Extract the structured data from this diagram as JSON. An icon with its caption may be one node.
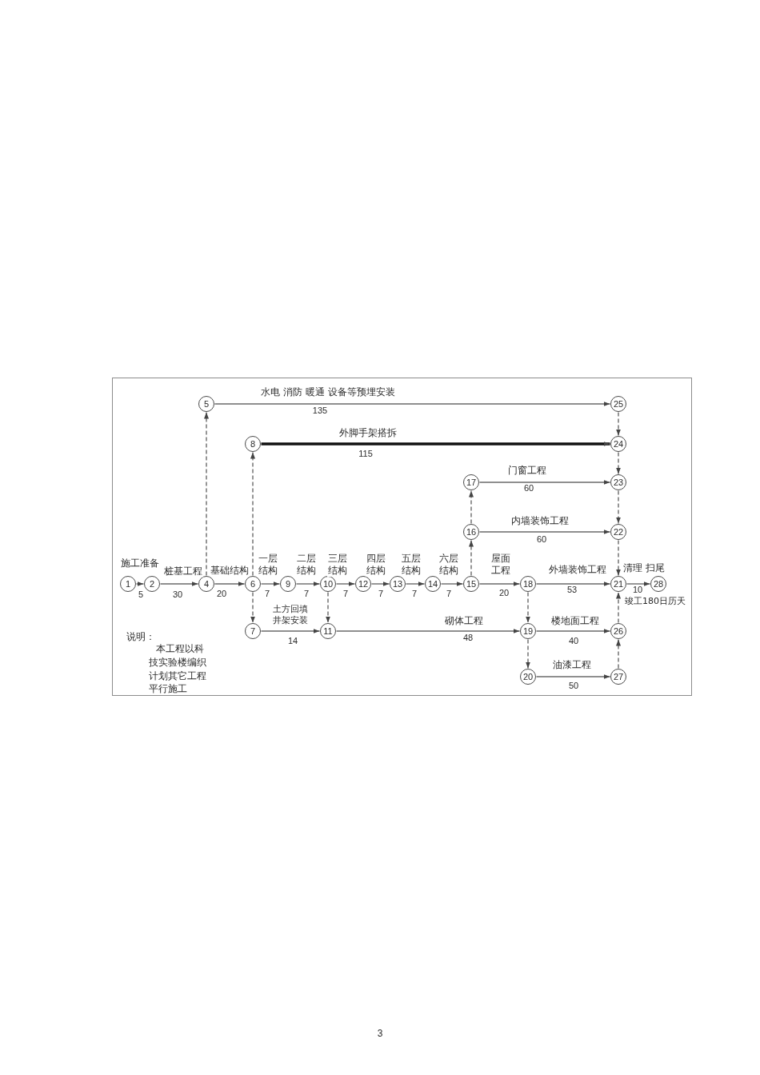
{
  "diagram": {
    "nodes": [
      {
        "text": [
          "1"
        ]
      },
      {
        "text": [
          "2"
        ]
      },
      {
        "text": [
          "4"
        ]
      },
      {
        "text": [
          "5"
        ]
      },
      {
        "text": [
          "6"
        ]
      },
      {
        "text": [
          "7"
        ]
      },
      {
        "text": [
          "8"
        ]
      },
      {
        "text": [
          "9"
        ]
      },
      {
        "text": [
          "10"
        ]
      },
      {
        "text": [
          "11"
        ]
      },
      {
        "text": [
          "12"
        ]
      },
      {
        "text": [
          "13"
        ]
      },
      {
        "text": [
          "14"
        ]
      },
      {
        "text": [
          "15"
        ]
      },
      {
        "text": [
          "16"
        ]
      },
      {
        "text": [
          "17"
        ]
      },
      {
        "text": [
          "18"
        ]
      },
      {
        "text": [
          "19"
        ]
      },
      {
        "text": [
          "20"
        ]
      },
      {
        "text": [
          "21"
        ]
      },
      {
        "text": [
          "22"
        ]
      },
      {
        "text": [
          "23"
        ]
      },
      {
        "text": [
          "24"
        ]
      },
      {
        "text": [
          "25"
        ]
      },
      {
        "text": [
          "26"
        ]
      },
      {
        "text": [
          "27"
        ]
      },
      {
        "text": [
          "28"
        ]
      }
    ],
    "edges": [
      {
        "from": 0,
        "to": 1,
        "arrow": "to",
        "label": "施工准备"
      },
      {
        "from": 1,
        "to": 2,
        "arrow": "to",
        "label": "桩基工程"
      },
      {
        "from": 2,
        "to": 4,
        "arrow": "to",
        "label": "基础结构"
      },
      {
        "from": 4,
        "to": 7,
        "arrow": "to",
        "label": "一层结构"
      },
      {
        "from": 7,
        "to": 8,
        "arrow": "to",
        "label": "二层结构"
      },
      {
        "from": 8,
        "to": 10,
        "arrow": "to",
        "label": "三层结构"
      },
      {
        "from": 10,
        "to": 11,
        "arrow": "to",
        "label": "四层结构"
      },
      {
        "from": 11,
        "to": 12,
        "arrow": "to",
        "label": "五层结构"
      },
      {
        "from": 12,
        "to": 13,
        "arrow": "to",
        "label": "六层结构"
      },
      {
        "from": 13,
        "to": 16,
        "arrow": "to",
        "label": "屋面工程"
      },
      {
        "from": 16,
        "to": 19,
        "arrow": "to",
        "label": "外墙装饰工程"
      },
      {
        "from": 19,
        "to": 26,
        "arrow": "to",
        "label": "清理 扫尾"
      },
      {
        "from": 2,
        "to": 3,
        "arrow": "to",
        "style": "dashed"
      },
      {
        "from": 3,
        "to": 23,
        "arrow": "to",
        "label": "水电 消防 暖通 设备等预埋安装"
      },
      {
        "from": 4,
        "to": 6,
        "arrow": "to",
        "style": "dashed"
      },
      {
        "from": 6,
        "to": 22,
        "arrow": "to",
        "label": "外脚手架搭拆",
        "style": "thick",
        "color": "#111111"
      },
      {
        "from": 4,
        "to": 5,
        "arrow": "to",
        "style": "dashed"
      },
      {
        "from": 5,
        "to": 9,
        "arrow": "to",
        "label": "土方回填井架安装"
      },
      {
        "from": 8,
        "to": 9,
        "arrow": "to",
        "style": "dashed"
      },
      {
        "from": 9,
        "to": 17,
        "arrow": "to",
        "label": "砌体工程"
      },
      {
        "from": 13,
        "to": 14,
        "arrow": "to",
        "style": "dashed"
      },
      {
        "from": 14,
        "to": 15,
        "arrow": "to",
        "style": "dashed"
      },
      {
        "from": 15,
        "to": 21,
        "arrow": "to",
        "label": "门窗工程"
      },
      {
        "from": 14,
        "to": 20,
        "arrow": "to",
        "label": "内墙装饰工程"
      },
      {
        "from": 16,
        "to": 17,
        "arrow": "to",
        "style": "dashed"
      },
      {
        "from": 17,
        "to": 18,
        "arrow": "to",
        "style": "dashed"
      },
      {
        "from": 17,
        "to": 24,
        "arrow": "to",
        "label": "楼地面工程"
      },
      {
        "from": 18,
        "to": 25,
        "arrow": "to",
        "label": "油漆工程"
      },
      {
        "from": 23,
        "to": 22,
        "arrow": "to",
        "style": "dashed"
      },
      {
        "from": 22,
        "to": 21,
        "arrow": "to",
        "style": "dashed"
      },
      {
        "from": 21,
        "to": 20,
        "arrow": "to",
        "style": "dashed"
      },
      {
        "from": 20,
        "to": 19,
        "arrow": "to",
        "style": "dashed"
      },
      {
        "from": 24,
        "to": 19,
        "arrow": "to",
        "style": "dashed"
      },
      {
        "from": 25,
        "to": 24,
        "arrow": "to",
        "style": "dashed"
      }
    ],
    "labels": [
      "135",
      "115",
      "60",
      "60",
      "5",
      "30",
      "20",
      "7",
      "7",
      "7",
      "7",
      "7",
      "7",
      "20",
      "53",
      "10",
      "竣工180日历天",
      "14",
      "48",
      "40",
      "说明：",
      "本工程以科技实验楼编织计划其它工程平行施工",
      "50",
      "3"
    ]
  }
}
